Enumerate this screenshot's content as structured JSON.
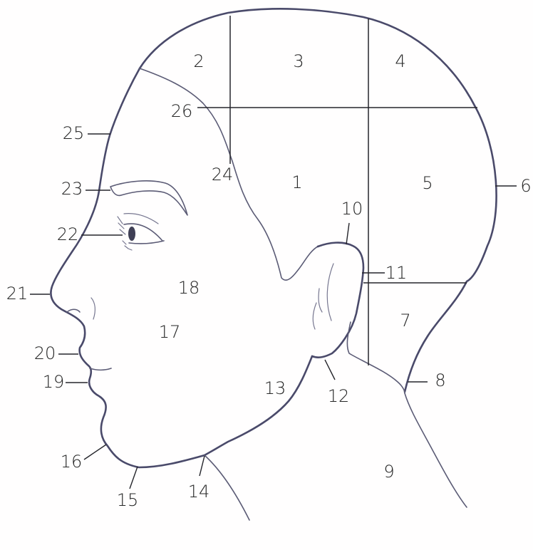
{
  "labels": {
    "l1": "1",
    "l2": "2",
    "l3": "3",
    "l4": "4",
    "l5": "5",
    "l6": "6",
    "l7": "7",
    "l8": "8",
    "l9": "9",
    "l10": "10",
    "l11": "11",
    "l12": "12",
    "l13": "13",
    "l14": "14",
    "l15": "15",
    "l16": "16",
    "l17": "17",
    "l18": "18",
    "l19": "19",
    "l20": "20",
    "l21": "21",
    "l22": "22",
    "l23": "23",
    "l24": "24",
    "l25": "25",
    "l26": "26"
  },
  "colors": {
    "outline": "#4a4a6a",
    "divider": "#25252b",
    "label": "#262626",
    "background": "#fffefe"
  }
}
